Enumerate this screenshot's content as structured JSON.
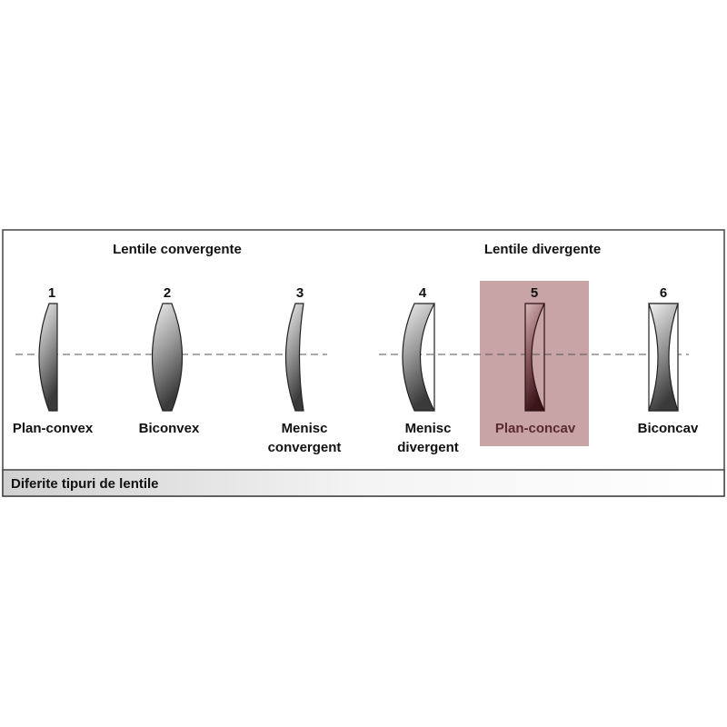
{
  "groups": {
    "convergent": "Lentile convergente",
    "divergent": "Lentile divergente"
  },
  "lenses": [
    {
      "number": "1",
      "label": [
        "Plan-convex"
      ]
    },
    {
      "number": "2",
      "label": [
        "Biconvex"
      ]
    },
    {
      "number": "3",
      "label": [
        "Menisc",
        "convergent"
      ]
    },
    {
      "number": "4",
      "label": [
        "Menisc",
        "divergent"
      ]
    },
    {
      "number": "5",
      "label": [
        "Plan-concav"
      ],
      "highlighted": true
    },
    {
      "number": "6",
      "label": [
        "Biconcav"
      ]
    }
  ],
  "caption": "Diferite tipuri de lentile",
  "colors": {
    "highlight": "#c9a4a6",
    "highlight_text": "#5a2a2e"
  }
}
